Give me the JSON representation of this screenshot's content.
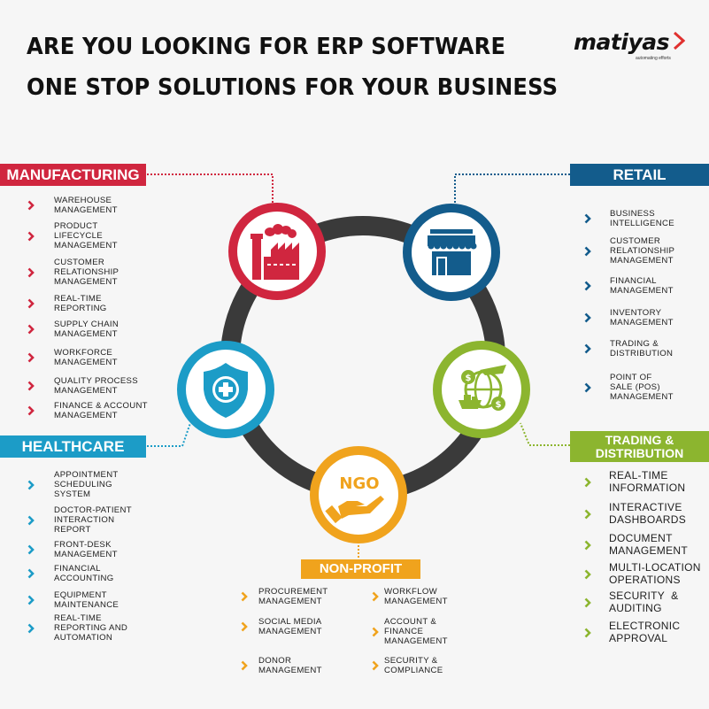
{
  "header": {
    "line1": "ARE YOU LOOKING FOR ERP SOFTWARE",
    "line2": "ONE STOP SOLUTIONS FOR YOUR BUSINESS"
  },
  "logo": {
    "wordmark": "matiyas",
    "tagline": "automating efforts",
    "accent_color": "#e0312f"
  },
  "colors": {
    "background": "#f6f6f6",
    "ring": "#3a3a3a",
    "manufacturing": "#d0263f",
    "retail": "#135c8c",
    "healthcare": "#1c9cc7",
    "trading": "#8cb52f",
    "non_profit": "#f0a31d"
  },
  "sectors": {
    "manufacturing": {
      "label": "MANUFACTURING",
      "icon": "factory-icon",
      "items": [
        "WAREHOUSE\nMANAGEMENT",
        "PRODUCT\nLIFECYCLE\nMANAGEMENT",
        "CUSTOMER\nRELATIONSHIP\nMANAGEMENT",
        "REAL-TIME\nREPORTING",
        "SUPPLY CHAIN\nMANAGEMENT",
        "WORKFORCE\nMANAGEMENT",
        "QUALITY PROCESS\nMANAGEMENT",
        "FINANCE & ACCOUNT\nMANAGEMENT"
      ]
    },
    "retail": {
      "label": "RETAIL",
      "icon": "storefront-icon",
      "items": [
        "BUSINESS\nINTELLIGENCE",
        "CUSTOMER\nRELATIONSHIP\nMANAGEMENT",
        "FINANCIAL\nMANAGEMENT",
        "INVENTORY\nMANAGEMENT",
        "TRADING &\nDISTRIBUTION",
        "POINT OF\nSALE (POS)\nMANAGEMENT"
      ]
    },
    "healthcare": {
      "label": "HEALTHCARE",
      "icon": "medical-shield-icon",
      "items": [
        "APPOINTMENT\nSCHEDULING\nSYSTEM",
        "DOCTOR-PATIENT\nINTERACTION\nREPORT",
        "FRONT-DESK\nMANAGEMENT",
        "FINANCIAL\nACCOUNTING",
        "EQUIPMENT\nMAINTENANCE",
        "REAL-TIME\nREPORTING AND\nAUTOMATION"
      ]
    },
    "trading": {
      "label": "TRADING &\nDISTRIBUTION",
      "icon": "global-trade-icon",
      "items": [
        "REAL-TIME\nINFORMATION",
        "INTERACTIVE\nDASHBOARDS",
        "DOCUMENT\nMANAGEMENT",
        "MULTI-LOCATION\nOPERATIONS",
        "SECURITY  &\nAUDITING",
        "ELECTRONIC\nAPPROVAL"
      ]
    },
    "non_profit": {
      "label": "NON-PROFIT",
      "icon": "ngo-hand-icon",
      "icon_text": "NGO",
      "items_left": [
        "PROCUREMENT\nMANAGEMENT",
        "SOCIAL MEDIA\nMANAGEMENT",
        "DONOR\nMANAGEMENT"
      ],
      "items_right": [
        "WORKFLOW\nMANAGEMENT",
        "ACCOUNT &\nFINANCE\nMANAGEMENT",
        "SECURITY &\nCOMPLIANCE"
      ]
    }
  }
}
